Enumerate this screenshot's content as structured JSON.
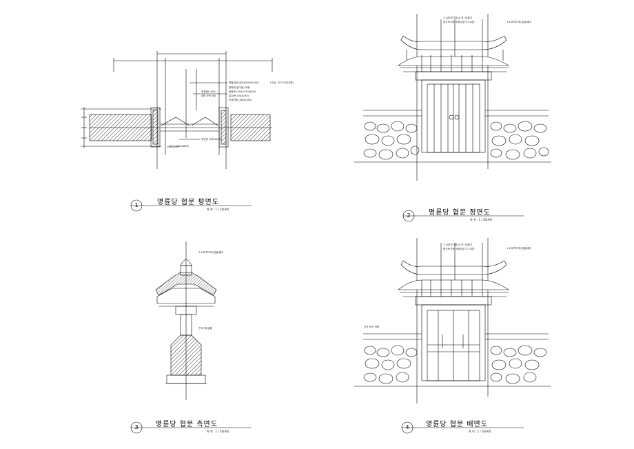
{
  "drawings": [
    {
      "number": "1",
      "title": "명륜당 협문 평면도",
      "scale": "축  척  :  1  /  20(A0)",
      "notes": [
        "벽돌마감(400X300X1000)",
        "(가공 - 도드 마감사면)",
        "방화문(뒷기둥) 세워",
        "쌍창목 (500X230X800)",
        "설시문(250X200)",
        "직계기둥 (360X180)",
        "태광판(1000)",
        "상방 (HK 36)",
        "하인방 (180X250)",
        "주선 (360X2800)"
      ]
    },
    {
      "number": "2",
      "title": "명륜당 협문 정면도",
      "scale": "축  척  :  1  /  20(A0)",
      "notes": [
        "1:1(마루기와(수,막,구)줄기",
        "한식토기와(소형)(암기 2.5겹)",
        "1:1(마루기와(암골)줄기"
      ]
    },
    {
      "number": "3",
      "title": "명륜당 협문 측면도",
      "scale": "축  척  :  1  /  20(A0)",
      "notes": [
        "1:1(마루기와(암골)줄기",
        "전석기둥심할"
      ]
    },
    {
      "number": "4",
      "title": "명륜당 협문 배면도",
      "scale": "축  척  :  1  /  20(A0)",
      "notes": [
        "1:1(마루기와(수,막,구)줄기",
        "한식토기와(소형)(암기 2.5겹)",
        "1:1(마루기와(암골)줄기",
        "신규 공사 계획"
      ]
    }
  ]
}
